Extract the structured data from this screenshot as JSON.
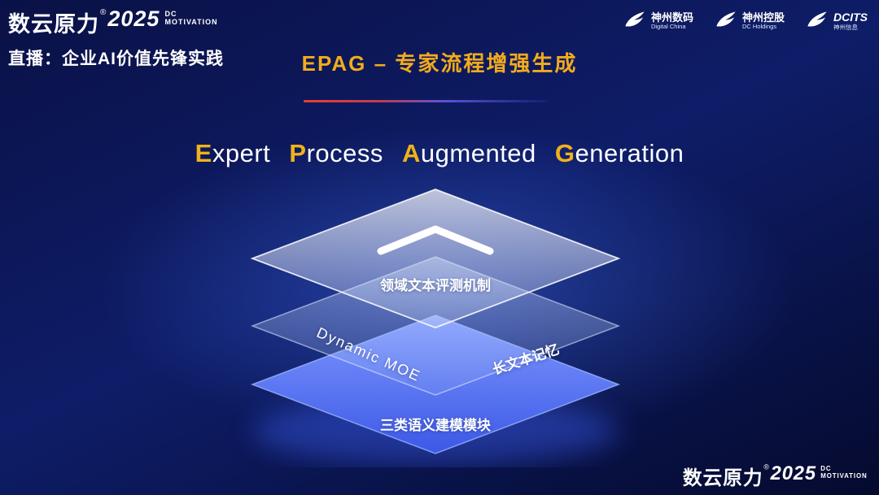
{
  "brand": {
    "cn": "数云原力",
    "reg": "®",
    "year": "2025",
    "sub_top": "DC",
    "sub_bottom": "MOTIVATION"
  },
  "header": {
    "live_label": "直播：企业AI价值先锋实践",
    "slide_title": "EPAG – 专家流程增强生成",
    "partner_logos": [
      {
        "name": "神州数码",
        "sub": "Digital China"
      },
      {
        "name": "神州控股",
        "sub": "DC Holdings"
      },
      {
        "name": "DCITS",
        "sub": "神州信息"
      }
    ]
  },
  "main": {
    "title_words": [
      {
        "initial": "E",
        "rest": "xpert"
      },
      {
        "initial": "P",
        "rest": "rocess"
      },
      {
        "initial": "A",
        "rest": "ugmented"
      },
      {
        "initial": "G",
        "rest": "eneration"
      }
    ],
    "layers": {
      "top_label": "领域文本评测机制",
      "middle_left_label": "Dynamic MOE",
      "middle_right_label": "长文本记忆",
      "bottom_label": "三类语义建模模块"
    }
  },
  "colors": {
    "accent_gold": "#f0b21a",
    "divider_red": "#e8402e",
    "layer_blue": "#4e6cf0",
    "background_blue": "#0e1d68"
  }
}
